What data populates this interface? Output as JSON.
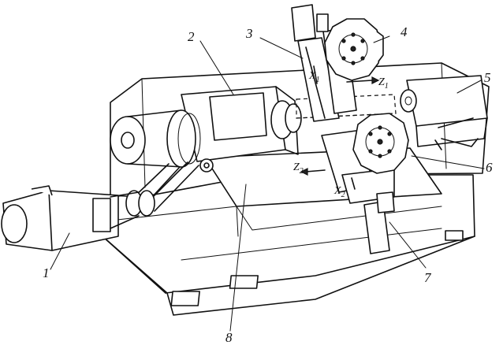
{
  "labels": {
    "n1": "1",
    "n2": "2",
    "n3": "3",
    "n4": "4",
    "n5": "5",
    "n6": "6",
    "n7": "7",
    "n8": "8"
  },
  "axes": {
    "z1": {
      "main": "Z",
      "sub": "1"
    },
    "z2": {
      "main": "Z",
      "sub": "2"
    },
    "x1": {
      "main": "X",
      "sub": "1"
    },
    "x2": {
      "main": "X",
      "sub": "2"
    }
  }
}
